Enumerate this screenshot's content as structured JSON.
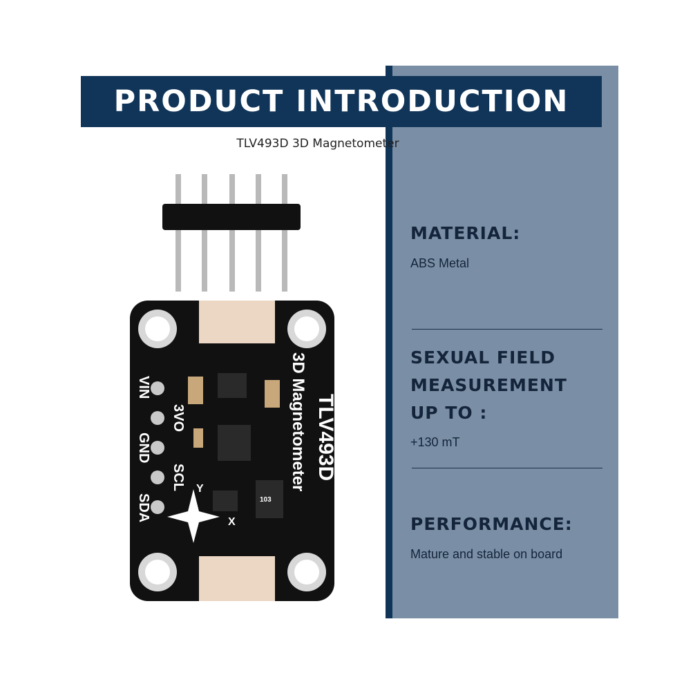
{
  "header": {
    "title": "PRODUCT INTRODUCTION",
    "subtitle": "TLV493D 3D Magnetometer"
  },
  "specs": [
    {
      "title": "MATERIAL:",
      "value": "ABS Metal"
    },
    {
      "title_lines": [
        "SEXUAL FIELD",
        "MEASUREMENT",
        "UP TO :"
      ],
      "value": "+130 mT"
    },
    {
      "title": "PERFORMANCE:",
      "value": "Mature and stable on board"
    }
  ],
  "board": {
    "name_line1": "TLV493D",
    "name_line2": "3D Magnetometer",
    "pins": [
      "VIN",
      "3VO",
      "GND",
      "SCL",
      "SDA"
    ],
    "axis_y": "Y",
    "axis_x": "X",
    "chip_code": "103"
  },
  "colors": {
    "banner": "#113559",
    "panel": "#7a8fa5",
    "board": "#111111"
  }
}
